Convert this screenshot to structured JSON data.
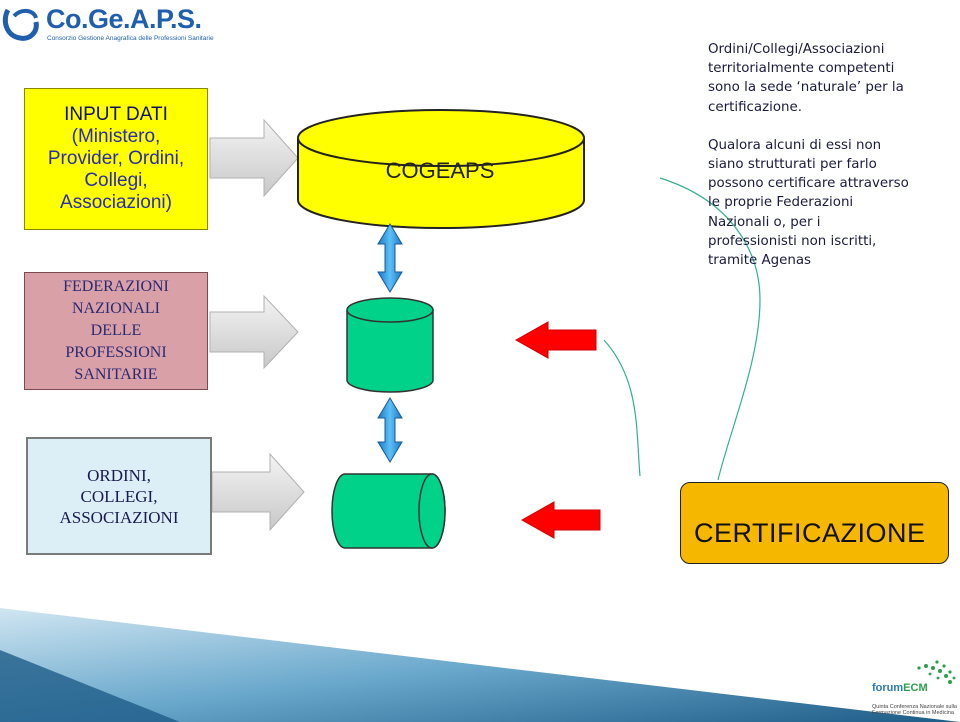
{
  "header": {
    "logo_text": "Co.Ge.A.P.S.",
    "logo_subtitle": "Consorzio Gestione Anagrafica delle Professioni Sanitarie"
  },
  "input_box": {
    "line1": "INPUT DATI",
    "line2": "(Ministero,",
    "line3": "Provider, Ordini,",
    "line4": "Collegi,",
    "line5": "Associazioni)"
  },
  "federazioni_box": {
    "line1": "FEDERAZIONI",
    "line2": "NAZIONALI",
    "line3": "DELLE",
    "line4": "PROFESSIONI",
    "line5": "SANITARIE"
  },
  "ordini_box": {
    "line1": "ORDINI,",
    "line2": "COLLEGI,",
    "line3": "ASSOCIAZIONI"
  },
  "cogeaps_label": "COGEAPS",
  "note": {
    "para1": "Ordini/Collegi/Associazioni\nterritorialmente competenti\nsono la sede ‘naturale’ per la\ncertificazione.",
    "para2": "Qualora alcuni di essi non\nsiano strutturati per farlo\npossono certificare attraverso\nle proprie Federazioni\nNazionali o, per i\nprofessionisti non iscritti,\ntramite Agenas"
  },
  "certificazione_label": "CERTIFICAZIONE",
  "footer_logo": {
    "brand": "forum",
    "brand_accent": "ECM",
    "subtitle": "Quinta Conferenza Nazionale sulla Formazione Continua in Medicina"
  },
  "colors": {
    "input_yellow": "#ffff00",
    "federazioni_pink": "#d9a0a8",
    "ordini_lightblue": "#dceef6",
    "cylinder_green": "#00d28a",
    "arrow_blue": "#3aa0e0",
    "arrow_red": "#ff0000",
    "cert_orange": "#f5b700",
    "logo_blue": "#1f5fae"
  }
}
